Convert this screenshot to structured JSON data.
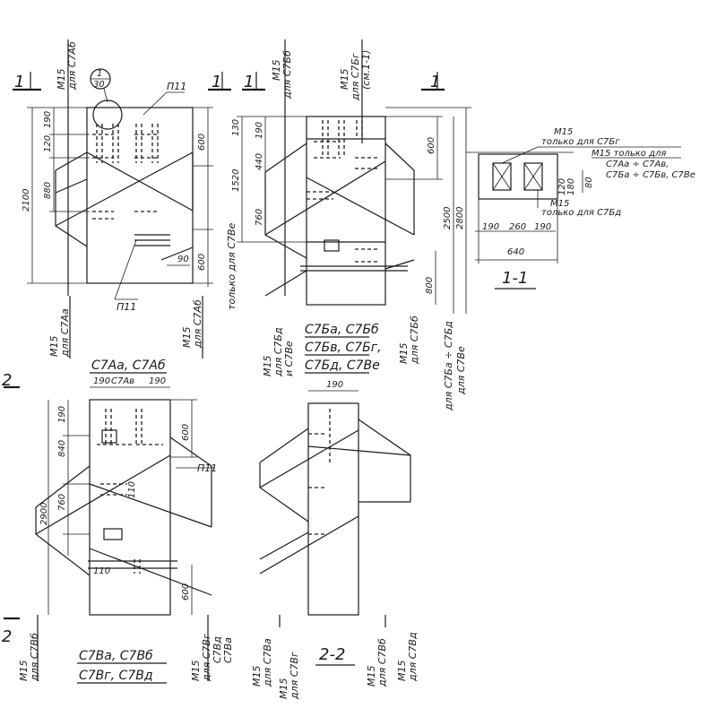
{
  "labels": {
    "m15": "М15",
    "dlya_c7ab": "для С7Аб",
    "dlya_c7aa": "для С7Аа",
    "p11": "П11",
    "detail_num": "1",
    "detail_sheet": "30",
    "sec_1": "1",
    "sec_2": "2",
    "dlya_c7bb": "для С7Бб",
    "dlya_c7bg_cm": "для С7Бг",
    "see_1_1": "(см.1-1)",
    "tolko_dlya_c7ve": "только для С7Ве",
    "dlya_c7bd_line1": "для С7Бд",
    "dlya_c7bd_line2": "и С7Ве",
    "dlya_c7b_range": "для С7Ба ÷ С7Бд",
    "dlya_c7ve": "для С7Ве",
    "dlya_c7vb": "для С7Вб",
    "dlya_c7vg_vd": "для С7Вг",
    "dlya_c7vd2": "С7Вд",
    "dlya_c7va": "С7Ва",
    "dlya_c7va2": "для С7Ва",
    "dlya_c7vg": "для С7Вг",
    "dlya_c7vb2": "для С7Вб",
    "dlya_c7vd": "для С7Вд"
  },
  "titles": {
    "a_line1": "С7Аа, С7Аб",
    "a_line2": "С7Ав",
    "b_line1": "С7Ба, С7Бб",
    "b_line2": "С7Бв, С7Бг,",
    "b_line3": "С7Бд, С7Ве",
    "v_line1": "С7Ва, С7Вб",
    "v_line2": "С7Вг, С7Вд",
    "sec11": "1-1",
    "sec22": "2-2"
  },
  "section11": {
    "m15_tolko": "М15",
    "tolko_c7bg": "только для С7Бг",
    "m15_tolko2": "М15 только для",
    "range1": "С7Аа ÷ С7Ав,",
    "range2": "С7Ба ÷ С7Бв, С7Ве",
    "m15_c": "М15",
    "tolko_c7bd": "только для С7Бд",
    "d190a": "190",
    "d260": "260",
    "d190b": "190",
    "d640": "640",
    "d120": "120",
    "d180": "180",
    "d80": "80"
  },
  "dims": {
    "a_2100": "2100",
    "a_120": "120",
    "a_190": "190",
    "a_880": "880",
    "a_600t": "600",
    "a_600b": "600",
    "a_90": "90",
    "b_130": "130",
    "b_190": "190",
    "b_440": "440",
    "b_1520": "1520",
    "b_760": "760",
    "b_600": "600",
    "b_2500": "2500",
    "b_2800": "2800",
    "b_800": "800",
    "v_190a": "190",
    "v_190b": "190",
    "v_190c": "190",
    "v_840": "840",
    "v_2900": "2900",
    "v_760": "760",
    "v_110a": "110",
    "v_110b": "110",
    "v_600t": "600",
    "v_600b": "600",
    "w_190": "190"
  }
}
